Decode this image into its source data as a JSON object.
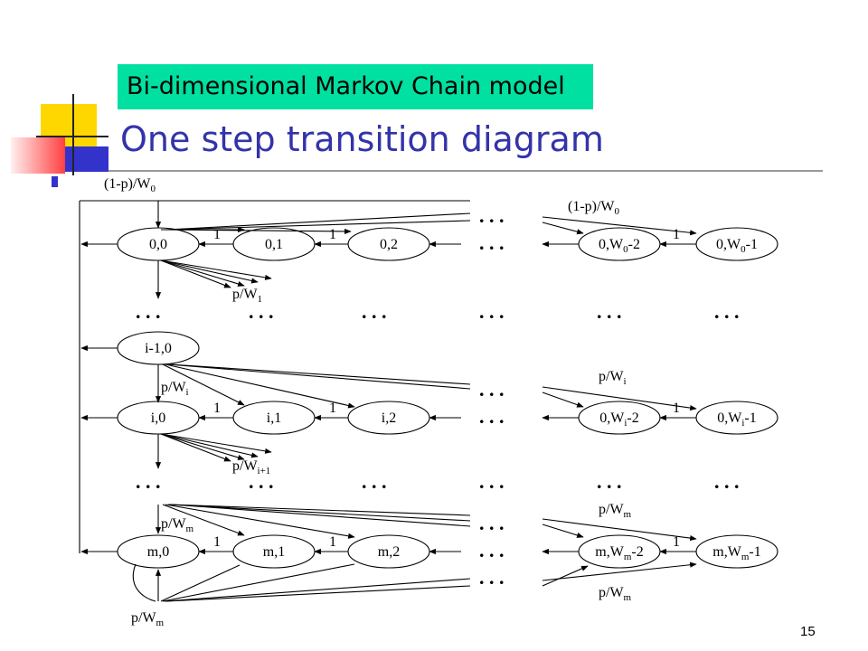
{
  "header": {
    "tag": "Bi-dimensional Markov Chain model",
    "title": "One step transition diagram"
  },
  "page_number": "15",
  "diagram": {
    "nodes": {
      "r0": [
        "0,0",
        "0,1",
        "0,2",
        "0,W",
        "0,W"
      ],
      "ri": [
        "i,0",
        "i,1",
        "i,2",
        "0,W",
        "0,W"
      ],
      "rm": [
        "m,0",
        "m,1",
        "m,2",
        "m,W",
        "m,W"
      ],
      "prev": "i-1,0"
    },
    "node_subs": {
      "r0": [
        "0",
        "0"
      ],
      "ri": [
        "i",
        "i"
      ],
      "rm": [
        "m",
        "m"
      ]
    },
    "node_suffix": [
      "-2",
      "-1"
    ],
    "edge_one": "1",
    "ellipsis": ". . .",
    "labels": {
      "top_main": "(1-p)/W",
      "top_main_sub": "0",
      "top_right": "(1-p)/W",
      "top_right_sub": "0",
      "p_w1": "p/W",
      "p_w1_sub": "1",
      "p_wi_left": "p/W",
      "p_wi_left_sub": "i",
      "p_wi_right": "p/W",
      "p_wi_right_sub": "i",
      "p_wi1": "p/W",
      "p_wi1_sub": "i+1",
      "p_wm_left": "p/W",
      "p_wm_left_sub": "m",
      "p_wm_right": "p/W",
      "p_wm_right_sub": "m",
      "p_wm_bottom_right": "p/W",
      "p_wm_bottom_right_sub": "m",
      "p_wm_bottom": "p/W",
      "p_wm_bottom_sub": "m"
    }
  }
}
